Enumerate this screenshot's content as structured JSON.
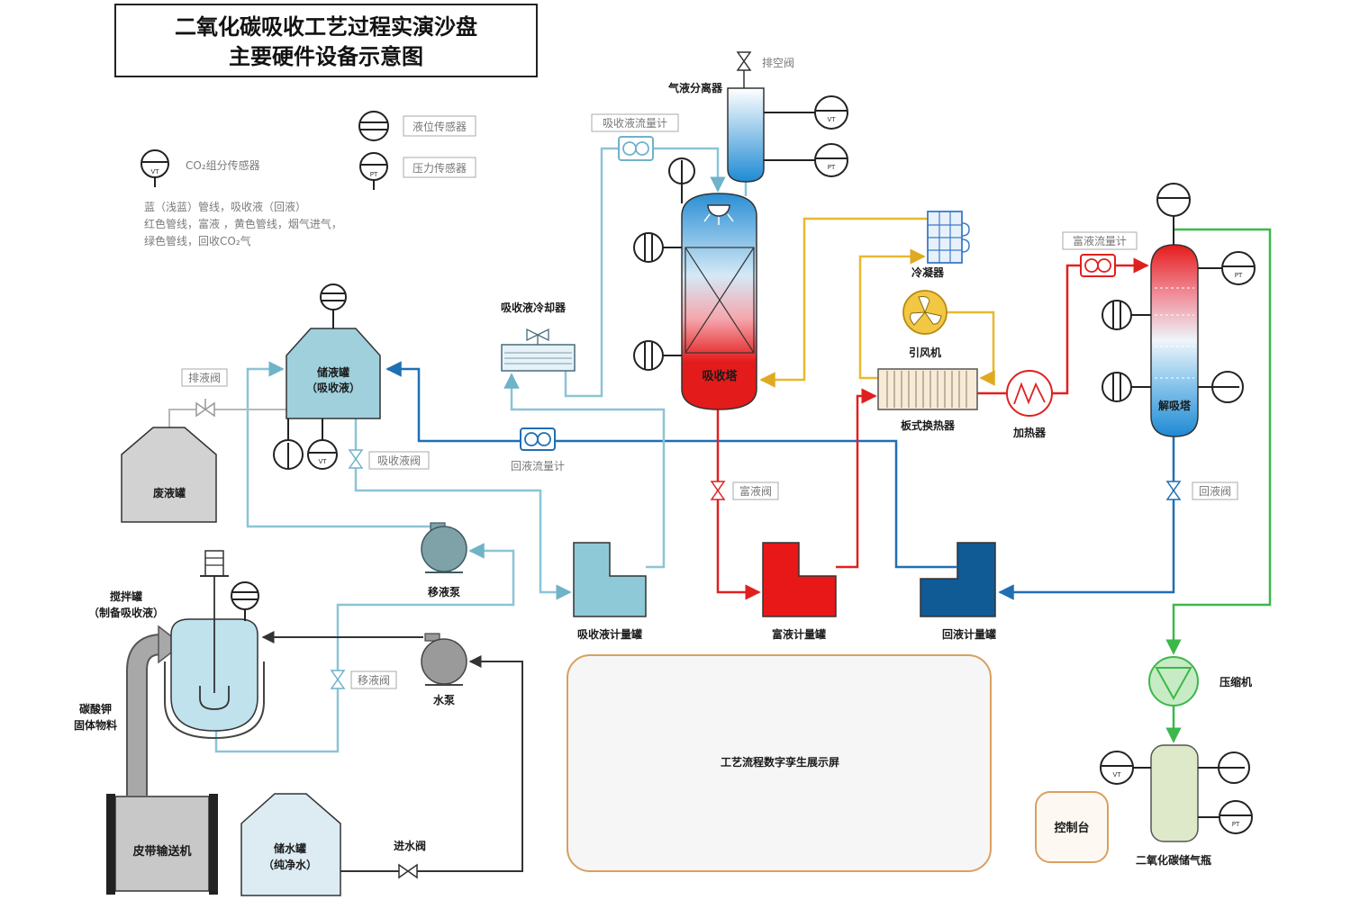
{
  "title": {
    "line1": "二氧化碳吸收工艺过程实演沙盘",
    "line2": "主要硬件设备示意图"
  },
  "legend": {
    "level_sensor": "液位传感器",
    "co2_sensor": "CO₂组分传感器",
    "pressure_sensor": "压力传感器",
    "notes": [
      "蓝（浅蓝）管线，吸收液（回液）",
      "红色管线，富液 ，黄色管线，烟气进气，",
      "绿色管线，回收CO₂气"
    ]
  },
  "sensor_tags": {
    "co2": "VT",
    "pressure": "PT"
  },
  "equipment": {
    "storage_tank": [
      "储液罐",
      "（吸收液）"
    ],
    "waste_tank": "废液罐",
    "drain_valve": "排液阀",
    "absorbent_valve": "吸收液阀",
    "return_flowmeter": "回液流量计",
    "absorbent_cooler": "吸收液冷却器",
    "absorbent_flowmeter": "吸收液流量计",
    "separator": "气液分离器",
    "vent_valve": "排空阀",
    "absorber": "吸收塔",
    "condenser": "冷凝器",
    "blower": "引风机",
    "plate_exchanger": "板式换热器",
    "heater": "加热器",
    "rich_flowmeter": "富液流量计",
    "desorber": "解吸塔",
    "rich_valve": "富液阀",
    "return_valve": "回液阀",
    "absorbent_meter_tank": "吸收液计量罐",
    "rich_meter_tank": "富液计量罐",
    "return_meter_tank": "回液计量罐",
    "transfer_pump": "移液泵",
    "water_pump": "水泵",
    "mix_tank": [
      "搅拌罐",
      "（制备吸收液）"
    ],
    "transfer_valve": "移液阀",
    "solid_feed": [
      "碳酸钾",
      "固体物料"
    ],
    "conveyor": "皮带输送机",
    "water_tank": [
      "储水罐",
      "（纯净水）"
    ],
    "inlet_valve": "进水阀",
    "display": "工艺流程数字孪生展示屏",
    "console": "控制台",
    "compressor": "压缩机",
    "gas_bottle": "二氧化碳储气瓶"
  },
  "colors": {
    "absorbent_line": "#8cc4d6",
    "return_line": "#1f6fb5",
    "rich_line": "#e02020",
    "flue_gas_line": "#e8b830",
    "co2_line": "#3cb84a"
  }
}
